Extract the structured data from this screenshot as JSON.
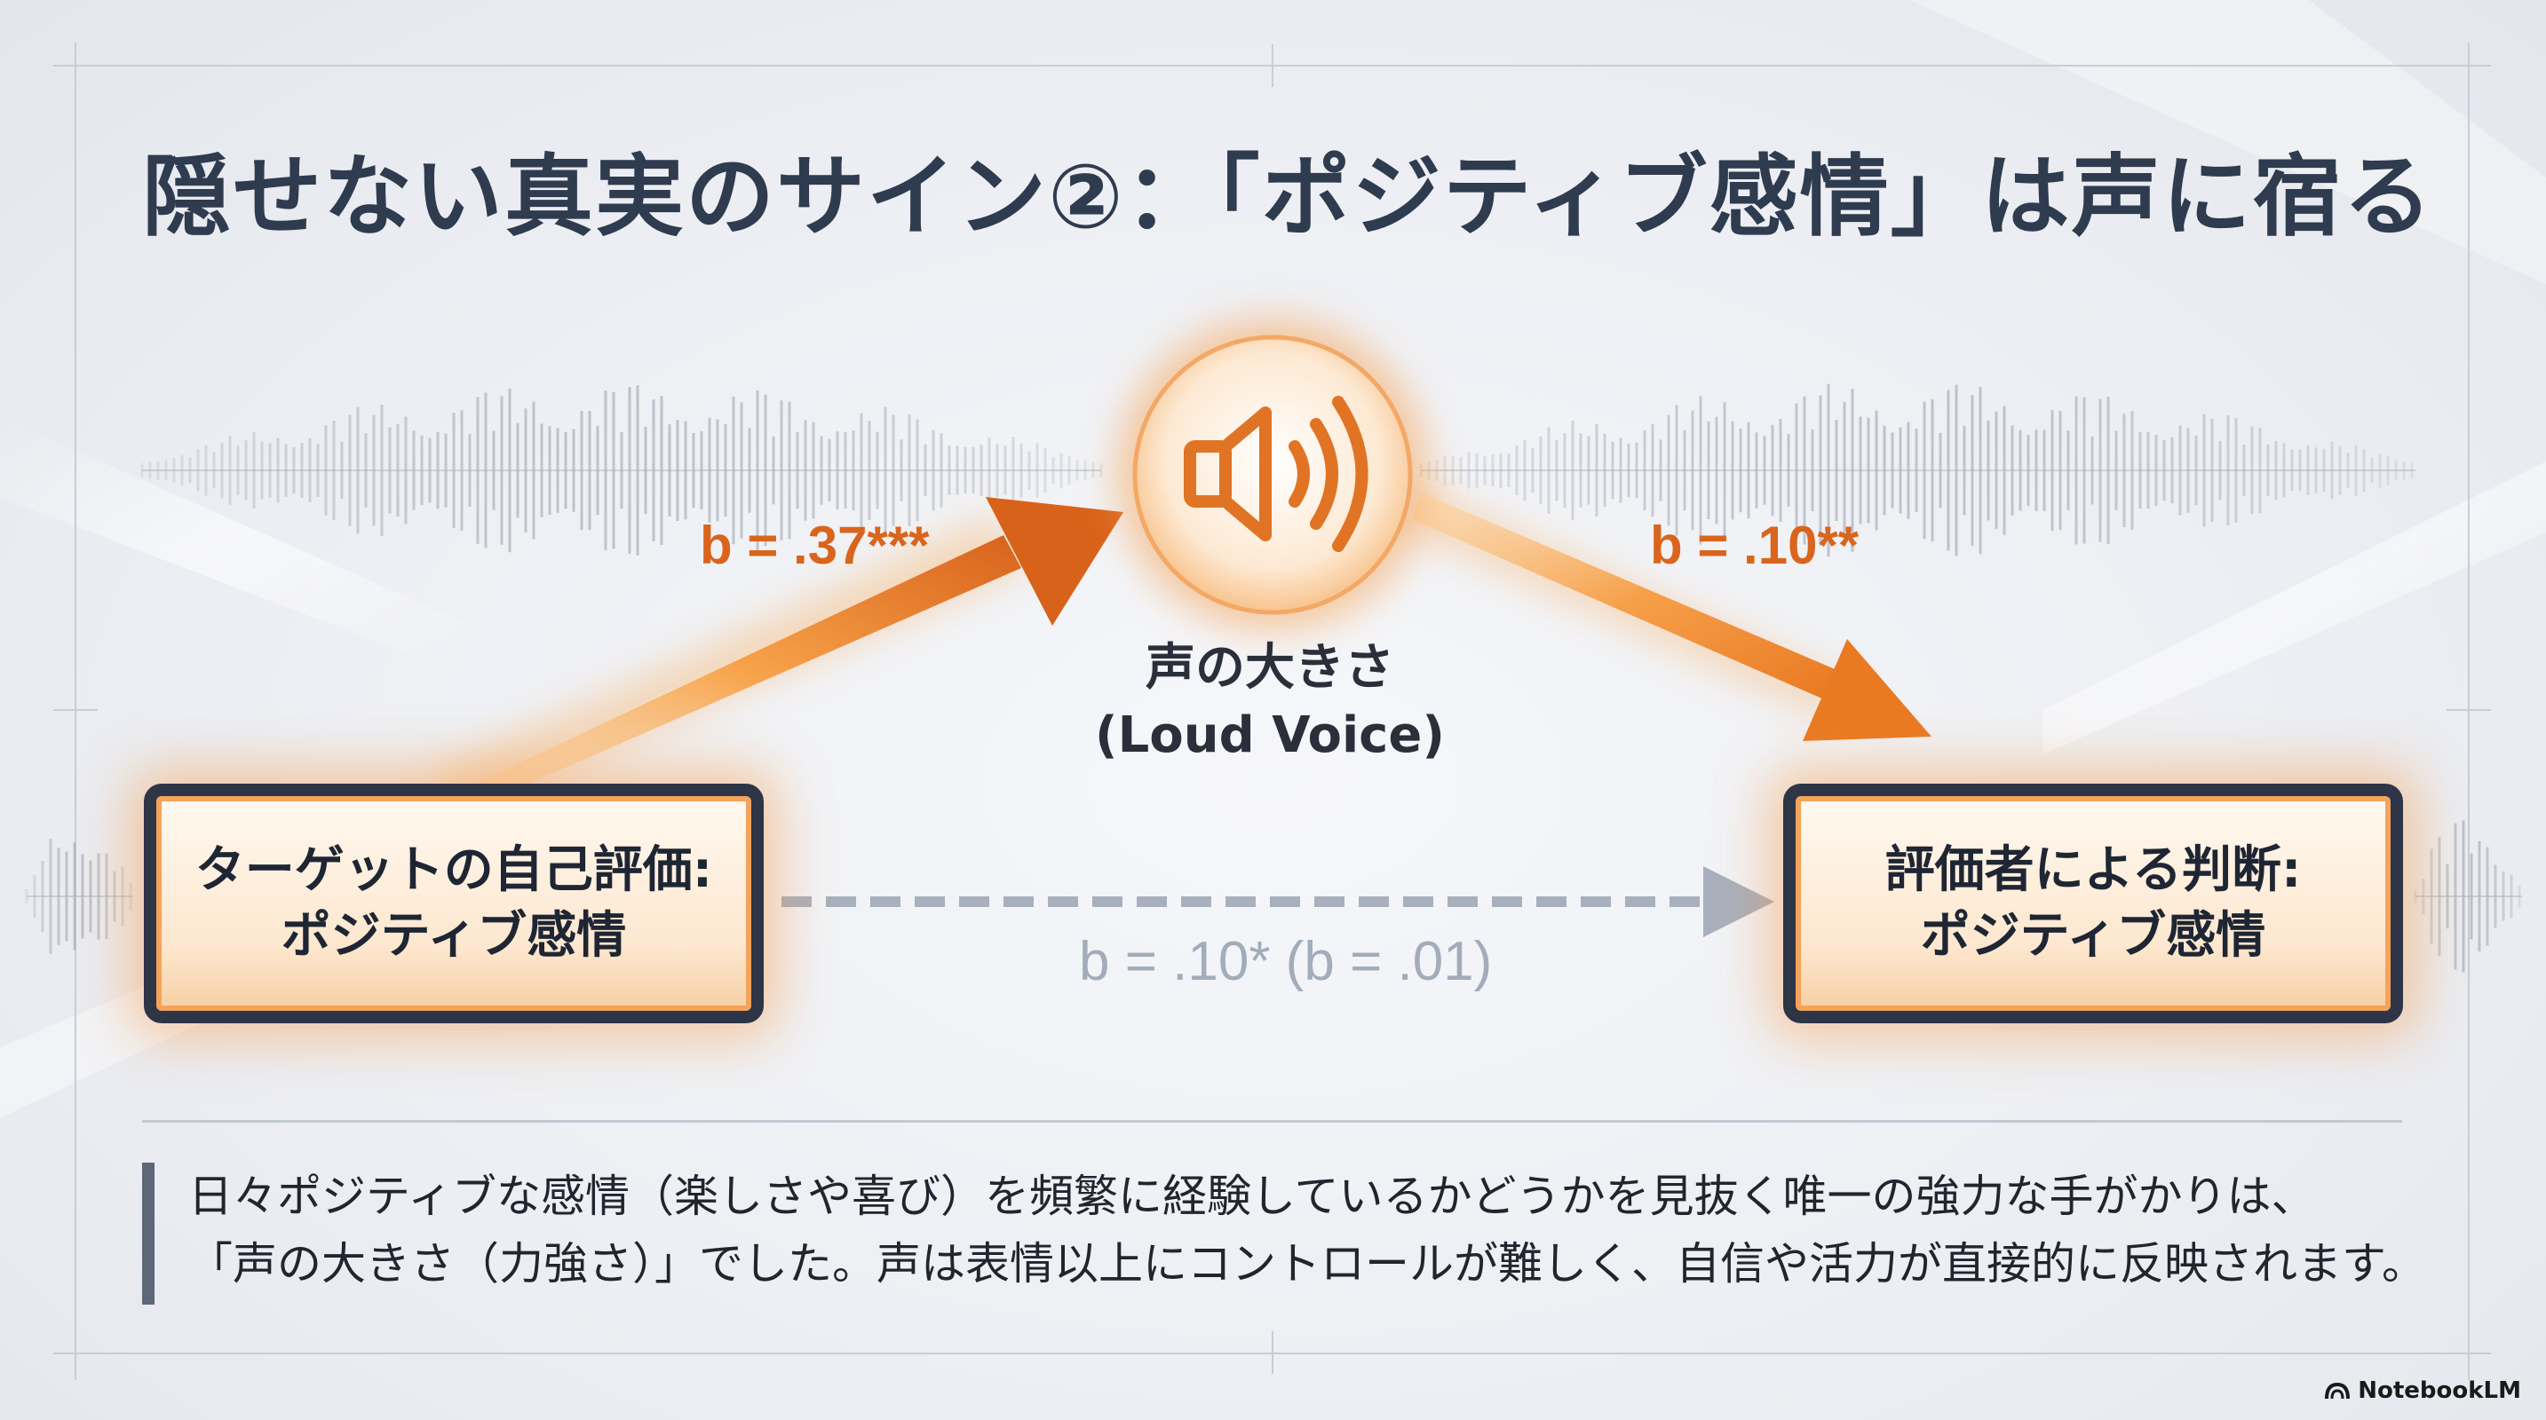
{
  "title": "隠せない真実のサイン②：「ポジティブ感情」は声に宿る",
  "nodes": {
    "target": "ターゲットの自己評価:\nポジティブ感情",
    "mediator_jp": "声の大きさ",
    "mediator_en": "(Loud Voice)",
    "rater": "評価者による判断:\nポジティブ感情"
  },
  "paths": {
    "a": "b = .37***",
    "b": "b = .10**",
    "direct": "b = .10* (b = .01)"
  },
  "caption": {
    "line1": "日々ポジティブな感情（楽しさや喜び）を頻繁に経験しているかどうかを見抜く唯一の強力な手がかりは、",
    "line2": "「声の大きさ（力強さ）」でした。声は表情以上にコントロールが難しく、自信や活力が直接的に反映されます。"
  },
  "branding": "NotebookLM",
  "colors": {
    "accent_orange": "#f28a2e",
    "title_navy": "#2f3b4e",
    "box_border": "#2d3547",
    "dashed_gray": "#a3acba"
  },
  "icons": {
    "mediator": "speaker-icon"
  }
}
